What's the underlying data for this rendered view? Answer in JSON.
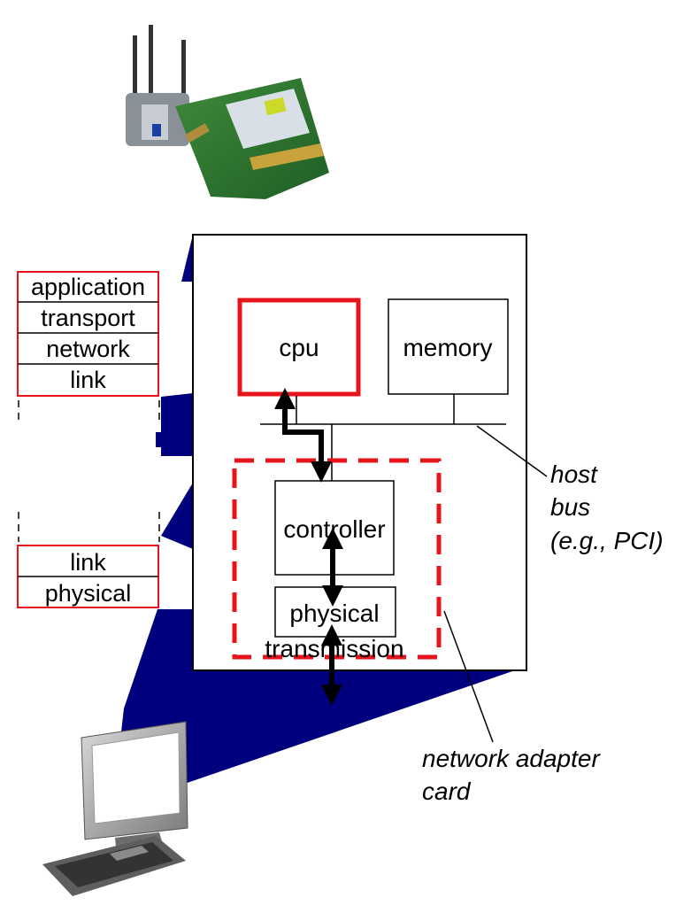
{
  "stack_top": {
    "layers": [
      "application",
      "transport",
      "network",
      "link"
    ]
  },
  "stack_bottom": {
    "layers": [
      "link",
      "physical"
    ]
  },
  "host": {
    "cpu_label": "cpu",
    "memory_label": "memory",
    "controller_label": "controller",
    "physical_label": "physical",
    "transmission_label": "transmission"
  },
  "annotations": {
    "host_bus_line1": "host",
    "host_bus_line2": "bus",
    "host_bus_line3": "(e.g., PCI)",
    "nic_line1": "network adapter",
    "nic_line2": "card"
  },
  "colors": {
    "navy": "#00007f",
    "red": "#e8141b",
    "black": "#000000"
  }
}
